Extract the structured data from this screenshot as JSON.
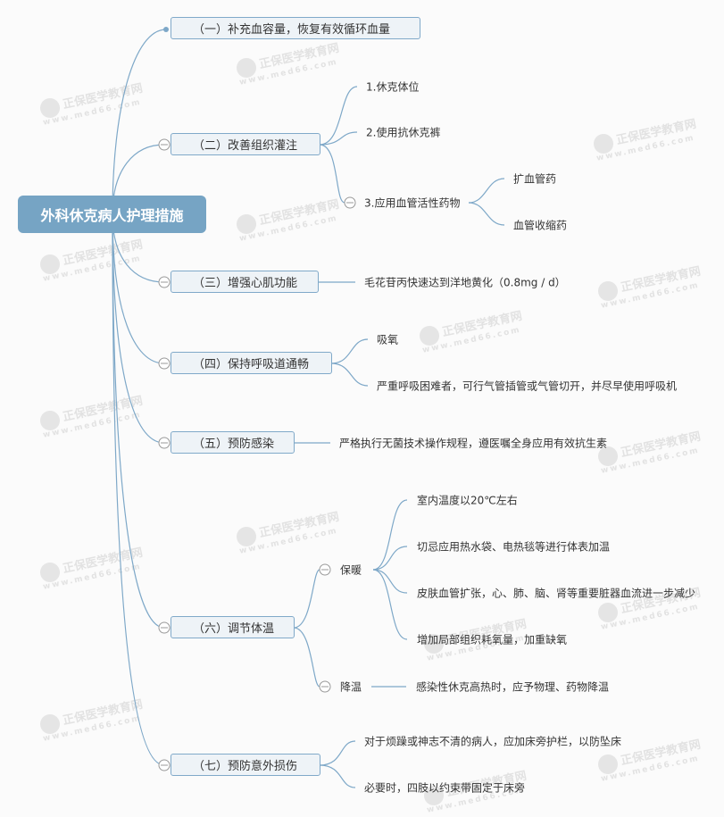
{
  "root": "外科休克病人护理措施",
  "watermark": {
    "name": "正保医学教育网",
    "url": "www.med66.com"
  },
  "branches": [
    {
      "label": "（一）补充血容量，恢复有效循环血量"
    },
    {
      "label": "（二）改善组织灌注",
      "children": [
        "1.休克体位",
        "2.使用抗休克裤",
        "3.应用血管活性药物"
      ],
      "sub": [
        "扩血管药",
        "血管收缩药"
      ]
    },
    {
      "label": "（三）增强心肌功能",
      "children": [
        "毛花苷丙快速达到洋地黄化（0.8mg / d）"
      ]
    },
    {
      "label": "（四）保持呼吸道通畅",
      "children": [
        "吸氧",
        "严重呼吸困难者，可行气管插管或气管切开，并尽早使用呼吸机"
      ]
    },
    {
      "label": "（五）预防感染",
      "children": [
        "严格执行无菌技术操作规程，遵医嘱全身应用有效抗生素"
      ]
    },
    {
      "label": "（六）调节体温",
      "children": [
        "保暖",
        "降温"
      ],
      "warm": [
        "室内温度以20℃左右",
        "切忌应用热水袋、电热毯等进行体表加温",
        "皮肤血管扩张，心、肺、脑、肾等重要脏器血流进一步减少",
        "增加局部组织耗氧量，加重缺氧"
      ],
      "cool": [
        "感染性休克高热时，应予物理、药物降温"
      ]
    },
    {
      "label": "（七）预防意外损伤",
      "children": [
        "对于烦躁或神志不清的病人，应加床旁护栏，以防坠床",
        "必要时，四肢以约束带固定于床旁"
      ]
    }
  ]
}
